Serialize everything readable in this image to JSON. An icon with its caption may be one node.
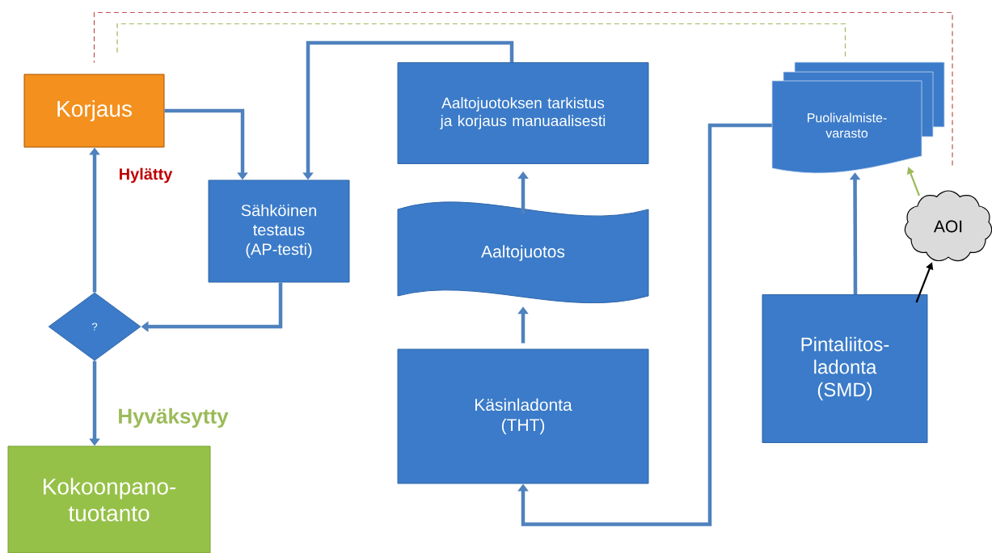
{
  "diagram": {
    "nodes": [
      {
        "text": [
          "Korjaus"
        ]
      },
      {
        "text": [
          "Sähköinen testaus (AP-testi)"
        ]
      },
      {
        "text": [
          "?"
        ]
      },
      {
        "text": [
          "Kokoonpano-tuotanto"
        ]
      },
      {
        "text": [
          "Aaltojuotoksen tarkistus ja korjaus manuaalisesti"
        ]
      },
      {
        "text": [
          "Aaltojuotos"
        ]
      },
      {
        "text": [
          "Käsinladonta (THT)"
        ]
      },
      {
        "text": [
          "Puolivalmiste-varasto"
        ]
      },
      {
        "text": [
          "AOI"
        ]
      },
      {
        "text": [
          "Pintaliitos-ladonta (SMD)"
        ]
      }
    ],
    "edges": [
      {
        "from": 0,
        "to": 1,
        "arrow": "to"
      },
      {
        "from": 4,
        "to": 1,
        "arrow": "to"
      },
      {
        "from": 1,
        "to": 2,
        "arrow": "to"
      },
      {
        "from": 2,
        "to": 0,
        "arrow": "to",
        "label": "Hylätty"
      },
      {
        "from": 2,
        "to": 3,
        "arrow": "to",
        "label": "Hyväksytty"
      },
      {
        "from": 6,
        "to": 5,
        "arrow": "to"
      },
      {
        "from": 5,
        "to": 4,
        "arrow": "to"
      },
      {
        "from": 7,
        "to": 6,
        "arrow": "to"
      },
      {
        "from": 9,
        "to": 7,
        "arrow": "to"
      },
      {
        "from": 9,
        "to": 8,
        "arrow": "to",
        "color": "#000000"
      },
      {
        "from": 8,
        "to": 7,
        "arrow": "to",
        "color": "#9bbb59"
      },
      {
        "from": 8,
        "to": 0,
        "arrow": "none",
        "style": "dashed",
        "color": "#c0504d"
      },
      {
        "from": 7,
        "to": 0,
        "arrow": "none",
        "style": "dashed",
        "color": "#9bbb59"
      }
    ]
  }
}
